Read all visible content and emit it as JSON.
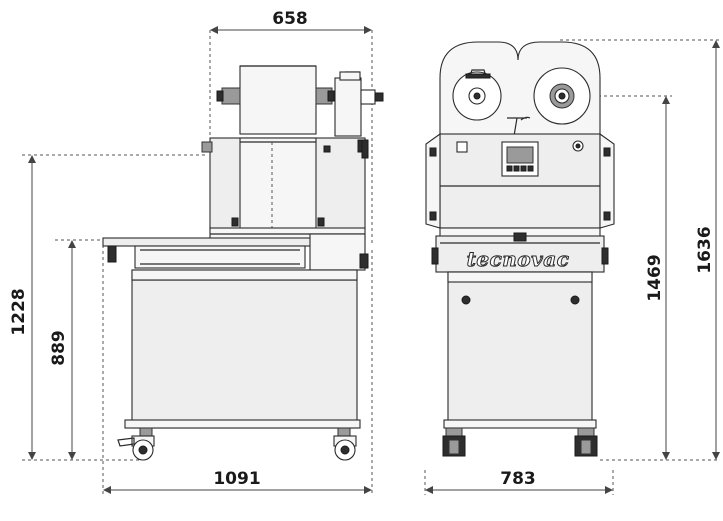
{
  "dimensions": {
    "side_width": "658",
    "overall_height": "1228",
    "table_height": "889",
    "side_depth": "1091",
    "front_width": "783",
    "front_roller_height": "1469",
    "front_total_height": "1636"
  },
  "brand": "tecnovac",
  "colors": {
    "line": "#2b2b2b",
    "panel": "#eeeeee",
    "dark": "#2e2e2e"
  }
}
